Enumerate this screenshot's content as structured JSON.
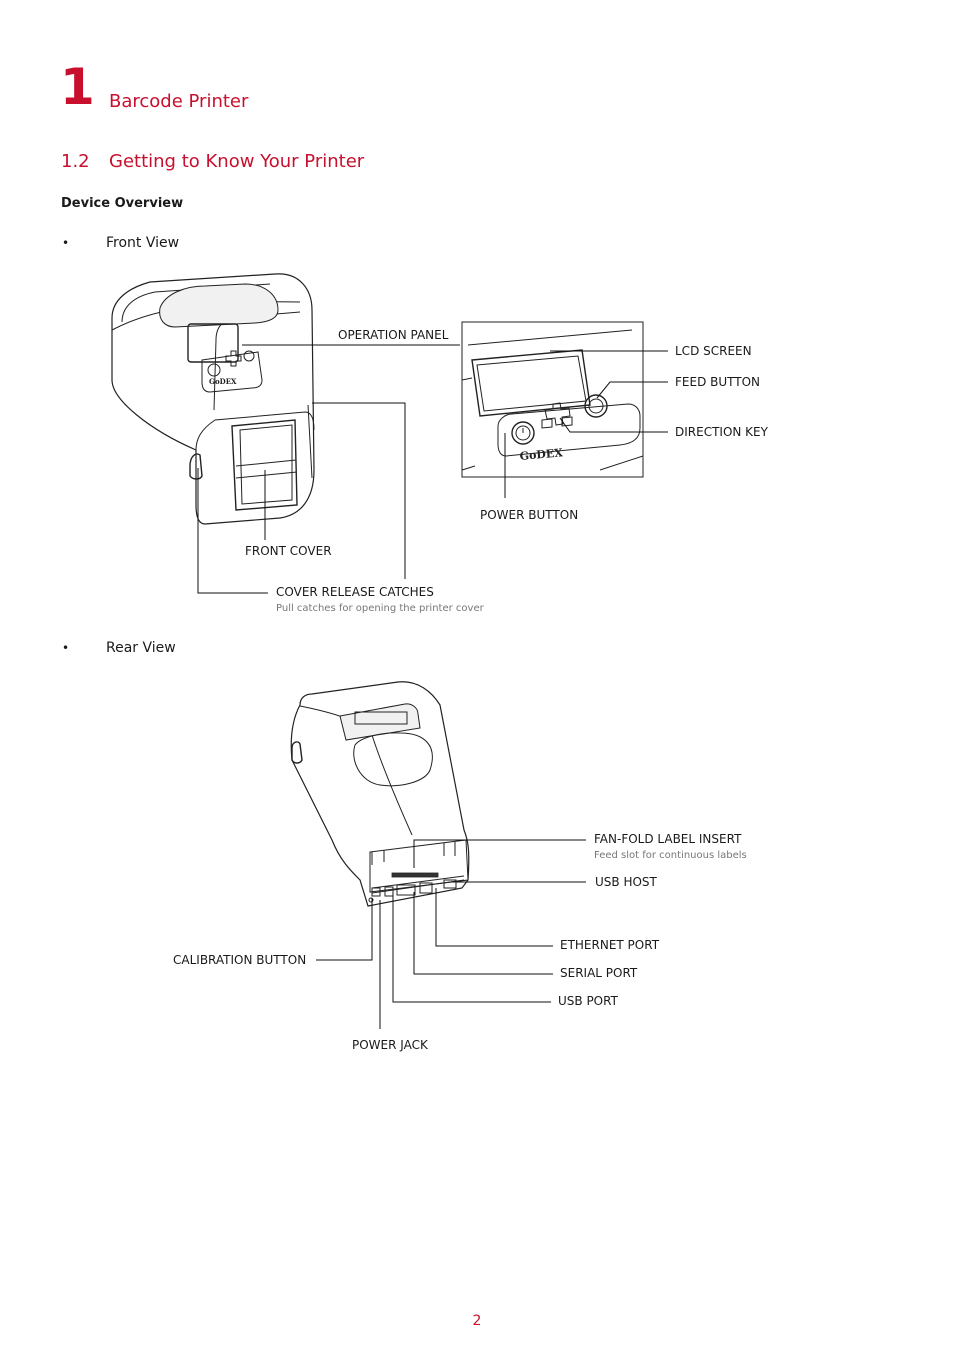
{
  "header": {
    "chapter_number": "1",
    "chapter_title": "Barcode Printer",
    "section_number": "1.2",
    "section_title": "Getting to Know Your Printer"
  },
  "subheading": "Device Overview",
  "colors": {
    "accent": "#c8102e",
    "text": "#1a1a1a",
    "note": "#777777"
  },
  "front_view": {
    "bullet": "•",
    "label": "Front View",
    "callouts": {
      "operation_panel": "OPERATION PANEL",
      "lcd_screen": "LCD SCREEN",
      "feed_button": "FEED BUTTON",
      "direction_key": "DIRECTION KEY",
      "power_button": "POWER BUTTON",
      "front_cover": "FRONT COVER",
      "cover_release_catches": "COVER RELEASE CATCHES",
      "cover_release_note": "Pull catches for opening the printer cover"
    },
    "panel_logo": "GoDEX"
  },
  "rear_view": {
    "bullet": "•",
    "label": "Rear View",
    "callouts": {
      "fan_fold_label_insert": "FAN-FOLD LABEL INSERT",
      "fan_fold_note": "Feed slot for continuous labels",
      "usb_host": "USB HOST",
      "ethernet_port": "ETHERNET PORT",
      "serial_port": "SERIAL PORT",
      "usb_port": "USB PORT",
      "calibration_button": "CALIBRATION BUTTON",
      "power_jack": "POWER JACK"
    }
  },
  "footer": {
    "page_number": "2"
  }
}
